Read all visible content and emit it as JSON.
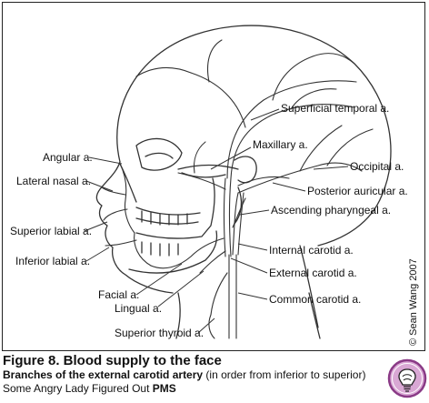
{
  "labels": {
    "superficial_temporal": "Superficial temporal a.",
    "maxillary": "Maxillary a.",
    "occipital": "Occipital a.",
    "angular": "Angular a.",
    "posterior_auricular": "Posterior auricular a.",
    "lateral_nasal": "Lateral nasal a.",
    "ascending_pharyngeal": "Ascending pharyngeal a.",
    "superior_labial": "Superior labial a.",
    "internal_carotid": "Internal carotid a.",
    "inferior_labial": "Inferior labial a.",
    "external_carotid": "External carotid a.",
    "facial": "Facial a.",
    "lingual": "Lingual a.",
    "common_carotid": "Common carotid a.",
    "superior_thyroid": "Superior thyroid a."
  },
  "credit": "© Sean Wang 2007",
  "caption": {
    "title": "Figure 8. Blood supply to the face",
    "subtitle_bold": "Branches of the external carotid artery",
    "subtitle_rest": " (in order from inferior to superior)",
    "mnemonic_prefix": "Some Angry Lady Figured Out ",
    "mnemonic_bold": "PMS"
  },
  "icon": "brain-lightbulb-icon",
  "colors": {
    "icon_circle": "#d9a7d4",
    "icon_ring": "#8a3a86",
    "line": "#333333"
  }
}
